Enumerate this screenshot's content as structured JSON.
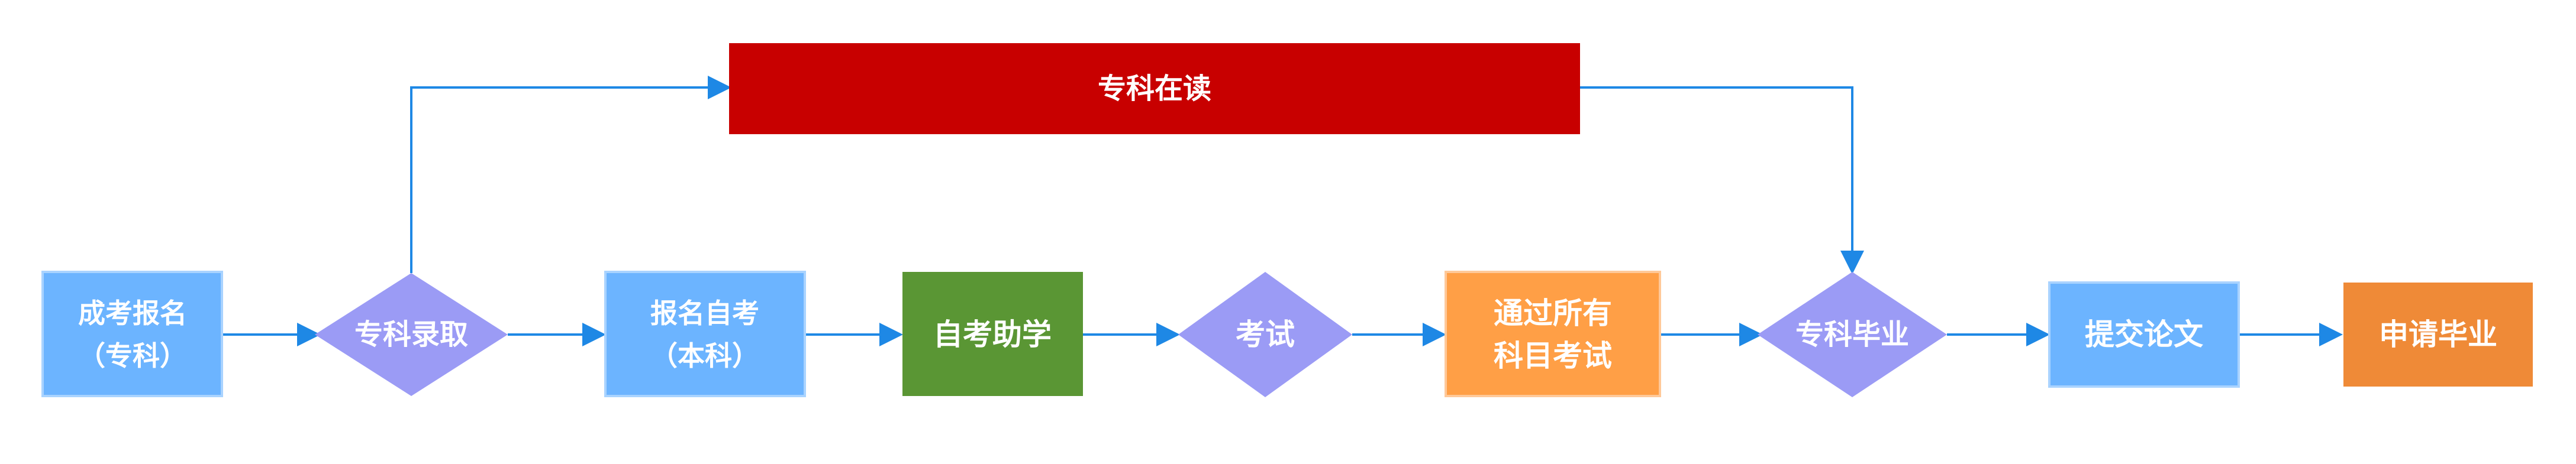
{
  "colors": {
    "light_blue": "#6cb4ff",
    "light_blue_border": "#a9d3ff",
    "purple": "#9b9bf5",
    "dark_red": "#c80000",
    "green": "#5a9634",
    "orange": "#ff9f46",
    "orange_dark": "#ef8a37",
    "arrow": "#1e88e5"
  },
  "nodes": {
    "apply_zk": {
      "line1": "成考报名",
      "line2": "（专科）"
    },
    "admitted": {
      "label": "专科录取"
    },
    "studying": {
      "label": "专科在读"
    },
    "apply_self": {
      "line1": "报名自考",
      "line2": "（本科）"
    },
    "tutoring": {
      "label": "自考助学"
    },
    "exam": {
      "label": "考试"
    },
    "pass_all": {
      "line1": "通过所有",
      "line2": "科目考试"
    },
    "graduate_zk": {
      "label": "专科毕业"
    },
    "thesis": {
      "label": "提交论文"
    },
    "apply_grad": {
      "label": "申请毕业"
    }
  }
}
